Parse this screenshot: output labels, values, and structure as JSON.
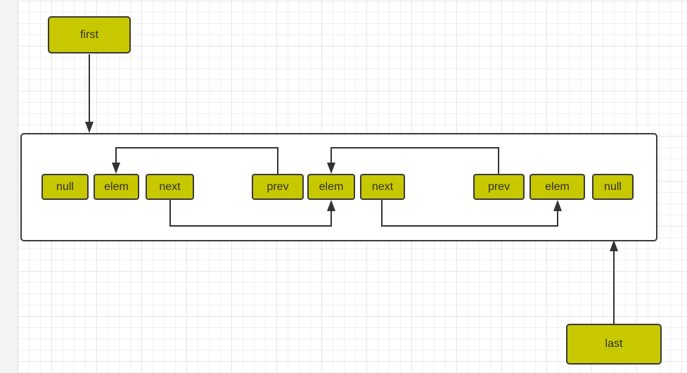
{
  "diagram": {
    "pointers": {
      "first": "first",
      "last": "last"
    },
    "cells": [
      "null",
      "elem",
      "next",
      "prev",
      "elem",
      "next",
      "prev",
      "elem",
      "null"
    ]
  }
}
